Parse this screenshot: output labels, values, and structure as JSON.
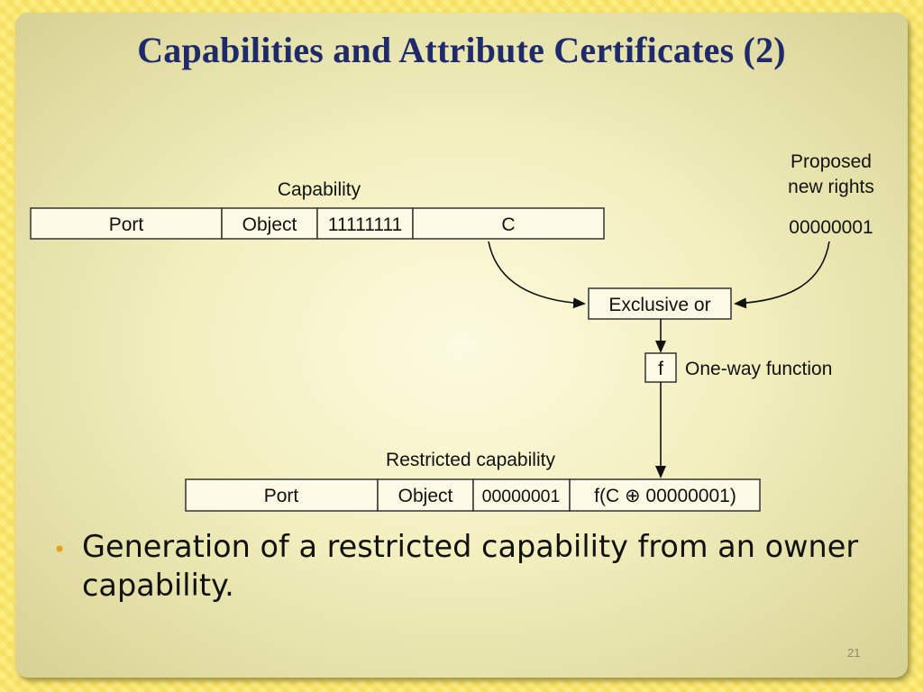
{
  "slide": {
    "title": "Capabilities and Attribute Certificates (2)",
    "bullet": "Generation of a restricted capability from an owner capability.",
    "page_number": "21"
  },
  "diagram": {
    "capability_label": "Capability",
    "capability_fields": [
      "Port",
      "Object",
      "11111111",
      "C"
    ],
    "proposed_rights_label_line1": "Proposed",
    "proposed_rights_label_line2": "new rights",
    "proposed_rights_value": "00000001",
    "xor_label": "Exclusive or",
    "function_symbol": "f",
    "function_label": "One-way function",
    "restricted_label": "Restricted capability",
    "restricted_fields": [
      "Port",
      "Object",
      "00000001",
      "f(C ⊕ 00000001)"
    ]
  }
}
